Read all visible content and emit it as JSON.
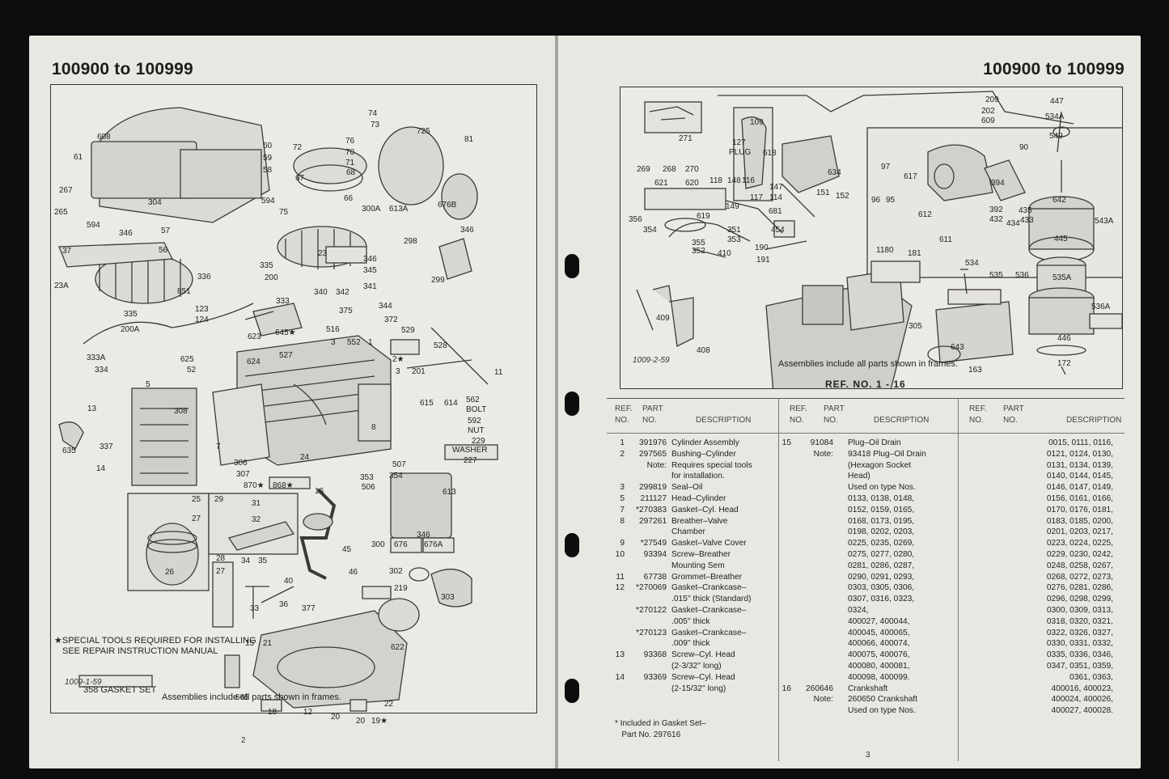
{
  "left": {
    "heading": "100900 to 100999",
    "figure_id": "1009-1-59",
    "caption": "Assemblies include all parts shown in frames.",
    "page_number": "2",
    "special_note": [
      "★SPECIAL TOOLS REQUIRED FOR INSTALLING",
      "SEE REPAIR INSTRUCTION MANUAL"
    ],
    "gasket_set_label": "358 GASKET SET",
    "callouts": [
      "608",
      "61",
      "304",
      "60",
      "59",
      "58",
      "74",
      "73",
      "72",
      "76",
      "70",
      "71",
      "68",
      "67",
      "66",
      "725",
      "81",
      "300A",
      "613A",
      "676B",
      "346",
      "267",
      "265",
      "594",
      "594",
      "346",
      "57",
      "56",
      "37",
      "75",
      "23",
      "298",
      "299",
      "23A",
      "336",
      "335",
      "200",
      "346",
      "345",
      "341",
      "851",
      "333",
      "340",
      "342",
      "344",
      "372",
      "123",
      "124",
      "375",
      "516",
      "529",
      "200A",
      "335",
      "623",
      "645★",
      "3",
      "552",
      "1",
      "528",
      "333A",
      "334",
      "625",
      "52",
      "624",
      "527",
      "2★",
      "3",
      "201",
      "11",
      "5",
      "13",
      "308",
      "615",
      "614",
      "562",
      "BOLT",
      "592",
      "NUT",
      "229",
      "WASHER",
      "227",
      "635",
      "337",
      "7",
      "8",
      "306",
      "507",
      "14",
      "307",
      "24",
      "354",
      "870★",
      "868★",
      "353",
      "506",
      "613",
      "16",
      "25",
      "29",
      "31",
      "27",
      "32",
      "346",
      "676",
      "300",
      "676A",
      "45",
      "26",
      "28",
      "34",
      "35",
      "46",
      "302",
      "27",
      "40",
      "36",
      "303",
      "219",
      "33",
      "377",
      "15",
      "21",
      "622",
      "665",
      "18",
      "12",
      "20",
      "20",
      "19★",
      "22"
    ]
  },
  "right": {
    "heading": "100900 to 100999",
    "figure_id": "1009-2-59",
    "caption": "Assemblies include all parts shown in frames.",
    "ref_title": "REF. NO. 1 - 16",
    "page_number": "3",
    "callouts": [
      "209",
      "202",
      "609",
      "447",
      "534A",
      "549",
      "271",
      "109",
      "127",
      "PLUG",
      "618",
      "90",
      "269",
      "268",
      "270",
      "621",
      "620",
      "118",
      "148",
      "116",
      "147",
      "114",
      "634",
      "97",
      "617",
      "394",
      "435",
      "117",
      "151",
      "152",
      "96",
      "95",
      "149",
      "642",
      "681",
      "612",
      "392",
      "433",
      "432",
      "434",
      "611",
      "356",
      "619",
      "543A",
      "354",
      "351",
      "454",
      "445",
      "353",
      "355",
      "352",
      "410",
      "190",
      "191",
      "1180",
      "181",
      "534",
      "535",
      "536",
      "535A",
      "536A",
      "409",
      "305",
      "643",
      "446",
      "408",
      "163",
      "172"
    ],
    "table": {
      "headers": {
        "ref": "REF.\nNO.",
        "part": "PART\nNO.",
        "desc": "DESCRIPTION"
      },
      "col1": [
        {
          "ref": "1",
          "part": "391976",
          "desc": "Cylinder Assembly"
        },
        {
          "ref": "2",
          "part": "297565",
          "desc": "Bushing–Cylinder"
        },
        {
          "ref": "",
          "part": "Note:",
          "desc": "Requires special tools"
        },
        {
          "ref": "",
          "part": "",
          "desc": "for installation."
        },
        {
          "ref": "3",
          "part": "299819",
          "desc": "Seal–Oil"
        },
        {
          "ref": "5",
          "part": "211127",
          "desc": "Head–Cylinder"
        },
        {
          "ref": "7",
          "part": "*270383",
          "desc": "Gasket–Cyl. Head"
        },
        {
          "ref": "8",
          "part": "297261",
          "desc": "Breather–Valve"
        },
        {
          "ref": "",
          "part": "",
          "desc": "Chamber"
        },
        {
          "ref": "9",
          "part": "*27549",
          "desc": "Gasket–Valve Cover"
        },
        {
          "ref": "10",
          "part": "93394",
          "desc": "Screw–Breather"
        },
        {
          "ref": "",
          "part": "",
          "desc": "Mounting Sem"
        },
        {
          "ref": "11",
          "part": "67738",
          "desc": "Grommet–Breather"
        },
        {
          "ref": "12",
          "part": "*270069",
          "desc": "Gasket–Crankcase–"
        },
        {
          "ref": "",
          "part": "",
          "desc": ".015'' thick (Standard)"
        },
        {
          "ref": "",
          "part": "*270122",
          "desc": "Gasket–Crankcase–"
        },
        {
          "ref": "",
          "part": "",
          "desc": ".005'' thick"
        },
        {
          "ref": "",
          "part": "*270123",
          "desc": "Gasket–Crankcase–"
        },
        {
          "ref": "",
          "part": "",
          "desc": ".009'' thick"
        },
        {
          "ref": "13",
          "part": "93368",
          "desc": "Screw–Cyl. Head"
        },
        {
          "ref": "",
          "part": "",
          "desc": "(2-3/32'' long)"
        },
        {
          "ref": "14",
          "part": "93369",
          "desc": "Screw–Cyl. Head"
        },
        {
          "ref": "",
          "part": "",
          "desc": "(2-15/32'' long)"
        }
      ],
      "col2": [
        {
          "ref": "15",
          "part": "91084",
          "desc": "Plug–Oil Drain"
        },
        {
          "ref": "",
          "part": "Note:",
          "desc": "93418 Plug–Oil Drain"
        },
        {
          "ref": "",
          "part": "",
          "desc": "(Hexagon Socket"
        },
        {
          "ref": "",
          "part": "",
          "desc": "Head)"
        },
        {
          "ref": "",
          "part": "",
          "desc": "Used on type Nos."
        },
        {
          "ref": "",
          "part": "",
          "desc": "0133, 0138, 0148,"
        },
        {
          "ref": "",
          "part": "",
          "desc": "0152, 0159, 0165,"
        },
        {
          "ref": "",
          "part": "",
          "desc": "0168, 0173, 0195,"
        },
        {
          "ref": "",
          "part": "",
          "desc": "0198, 0202, 0203,"
        },
        {
          "ref": "",
          "part": "",
          "desc": "0225, 0235, 0269,"
        },
        {
          "ref": "",
          "part": "",
          "desc": "0275, 0277, 0280,"
        },
        {
          "ref": "",
          "part": "",
          "desc": "0281, 0286, 0287,"
        },
        {
          "ref": "",
          "part": "",
          "desc": "0290, 0291, 0293,"
        },
        {
          "ref": "",
          "part": "",
          "desc": "0303, 0305, 0306,"
        },
        {
          "ref": "",
          "part": "",
          "desc": "0307, 0316, 0323,"
        },
        {
          "ref": "",
          "part": "",
          "desc": "0324,"
        },
        {
          "ref": "",
          "part": "",
          "desc": "400027, 400044,"
        },
        {
          "ref": "",
          "part": "",
          "desc": "400045, 400065,"
        },
        {
          "ref": "",
          "part": "",
          "desc": "400066, 400074,"
        },
        {
          "ref": "",
          "part": "",
          "desc": "400075, 400076,"
        },
        {
          "ref": "",
          "part": "",
          "desc": "400080, 400081,"
        },
        {
          "ref": "",
          "part": "",
          "desc": "400098, 400099."
        },
        {
          "ref": "16",
          "part": "260646",
          "desc": "Crankshaft"
        },
        {
          "ref": "",
          "part": "Note:",
          "desc": "260650 Crankshaft"
        },
        {
          "ref": "",
          "part": "",
          "desc": "Used on type Nos."
        }
      ],
      "col3": [
        "0015, 0111, 0116,",
        "0121, 0124, 0130,",
        "0131, 0134, 0139,",
        "0140, 0144, 0145,",
        "0146, 0147, 0149,",
        "0156, 0161, 0166,",
        "0170, 0176, 0181,",
        "0183, 0185, 0200,",
        "0201, 0203, 0217,",
        "0223, 0224, 0225,",
        "0229, 0230, 0242,",
        "0248, 0258, 0267,",
        "0268, 0272, 0273,",
        "0276, 0281, 0286,",
        "0296, 0298, 0299,",
        "0300, 0309, 0313,",
        "0318, 0320, 0321,",
        "0322, 0326, 0327,",
        "0330, 0331, 0332,",
        "0335, 0336, 0346,",
        "0347, 0351, 0359,",
        "0361, 0363,",
        "400016, 400023,",
        "400024, 400026,",
        "400027, 400028."
      ],
      "footnote": [
        "*  Included in Gasket Set–",
        "   Part No. 297616"
      ]
    }
  }
}
